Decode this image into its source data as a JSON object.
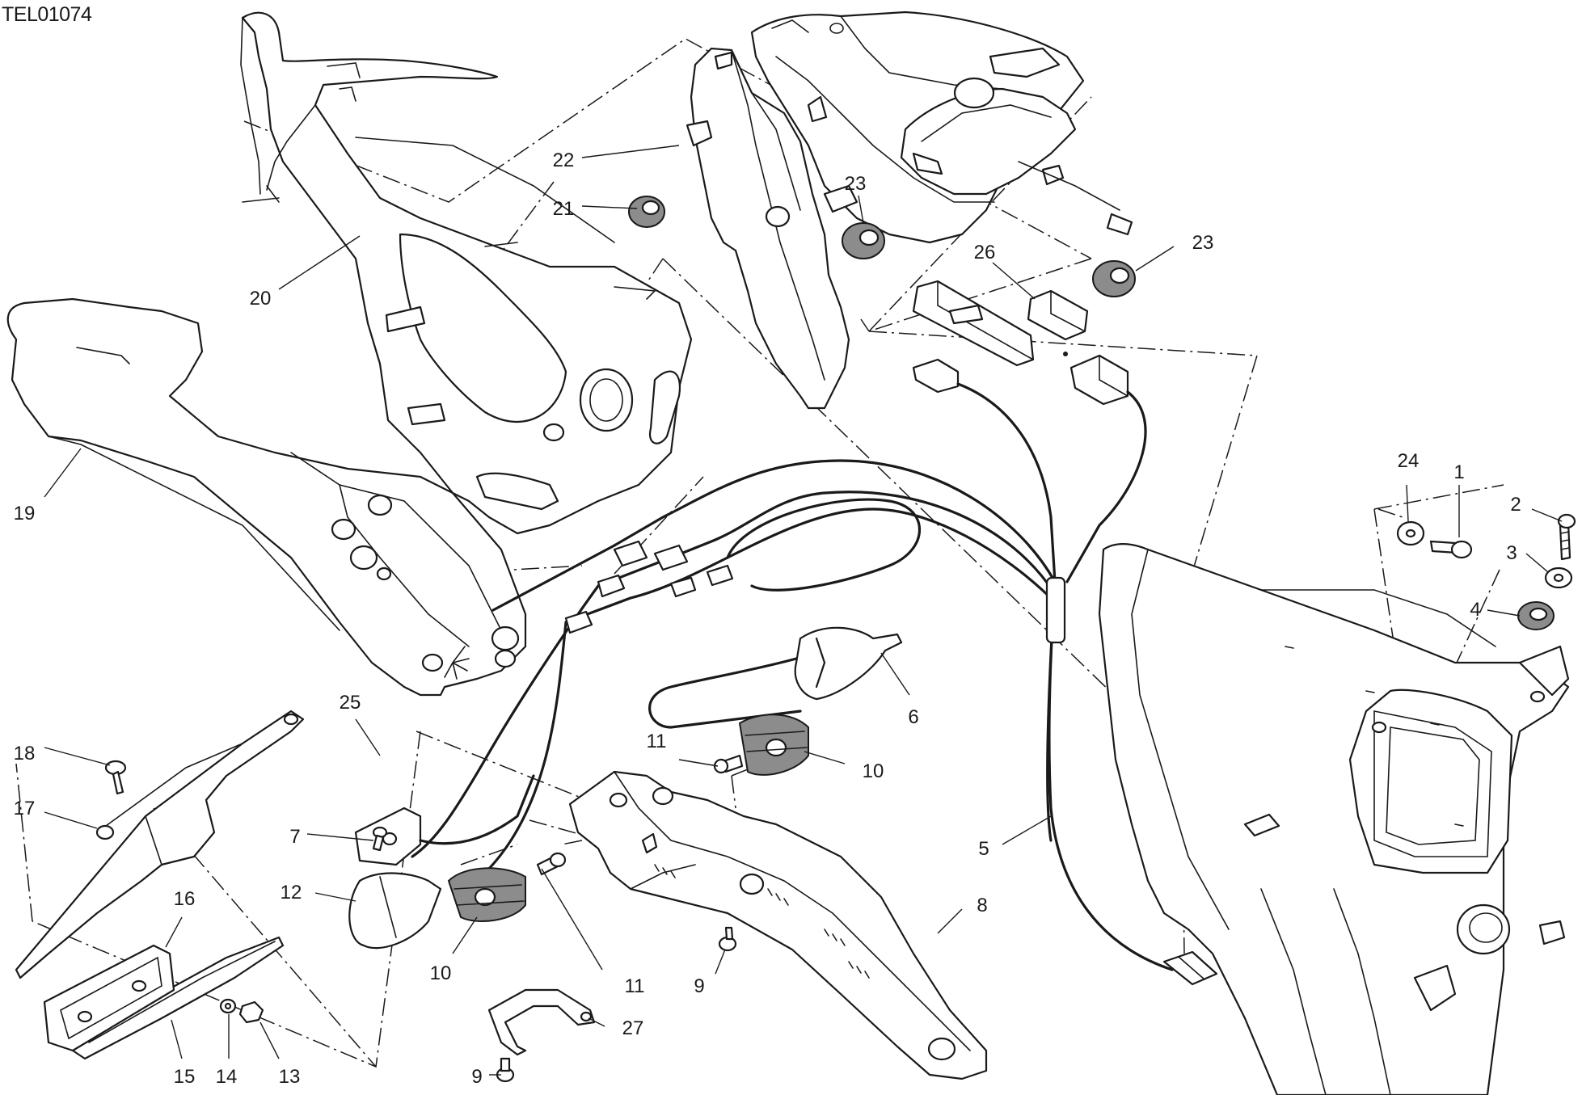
{
  "drawing_ref": "TEL01074",
  "callouts": [
    {
      "id": "c1",
      "text": "1"
    },
    {
      "id": "c2",
      "text": "2"
    },
    {
      "id": "c3",
      "text": "3"
    },
    {
      "id": "c4",
      "text": "4"
    },
    {
      "id": "c5",
      "text": "5"
    },
    {
      "id": "c6",
      "text": "6"
    },
    {
      "id": "c7",
      "text": "7"
    },
    {
      "id": "c8",
      "text": "8"
    },
    {
      "id": "c9a",
      "text": "9"
    },
    {
      "id": "c9b",
      "text": "9"
    },
    {
      "id": "c10a",
      "text": "10"
    },
    {
      "id": "c10b",
      "text": "10"
    },
    {
      "id": "c11a",
      "text": "11"
    },
    {
      "id": "c11b",
      "text": "11"
    },
    {
      "id": "c12",
      "text": "12"
    },
    {
      "id": "c13",
      "text": "13"
    },
    {
      "id": "c14",
      "text": "14"
    },
    {
      "id": "c15",
      "text": "15"
    },
    {
      "id": "c16",
      "text": "16"
    },
    {
      "id": "c17",
      "text": "17"
    },
    {
      "id": "c18",
      "text": "18"
    },
    {
      "id": "c19",
      "text": "19"
    },
    {
      "id": "c20",
      "text": "20"
    },
    {
      "id": "c21",
      "text": "21"
    },
    {
      "id": "c22",
      "text": "22"
    },
    {
      "id": "c23a",
      "text": "23"
    },
    {
      "id": "c23b",
      "text": "23"
    },
    {
      "id": "c24",
      "text": "24"
    },
    {
      "id": "c25",
      "text": "25"
    },
    {
      "id": "c26",
      "text": "26"
    },
    {
      "id": "c27",
      "text": "27"
    }
  ]
}
